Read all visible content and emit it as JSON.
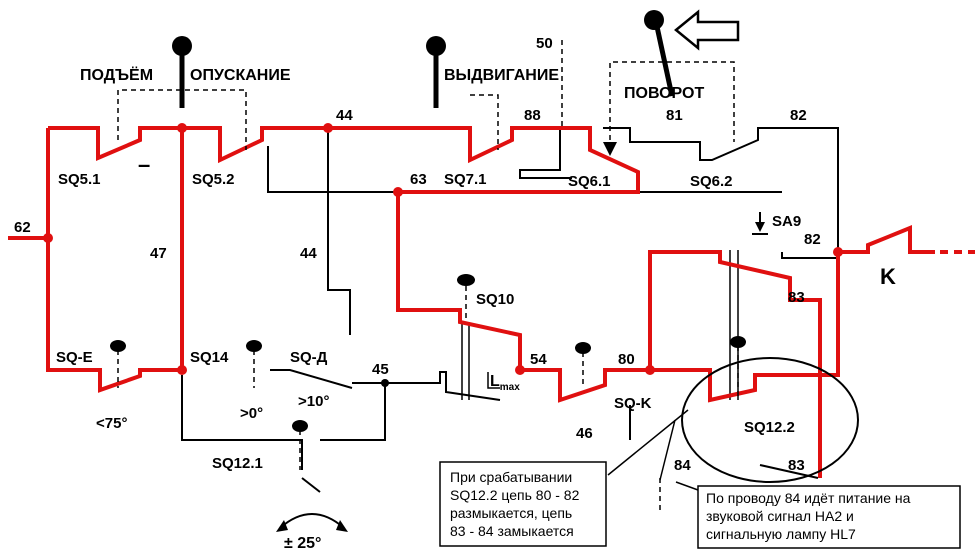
{
  "labels": {
    "podem": "ПОДЪЁМ",
    "opuskanie": "ОПУСКАНИЕ",
    "vydviganie": "ВЫДВИГАНИЕ",
    "povorot": "ПОВОРОТ",
    "sq5_1": "SQ5.1",
    "sq5_2": "SQ5.2",
    "sq7_1": "SQ7.1",
    "sq6_1": "SQ6.1",
    "sq6_2": "SQ6.2",
    "sq10": "SQ10",
    "sq_e": "SQ-E",
    "sq14": "SQ14",
    "sq_d": "SQ-Д",
    "sq_k": "SQ-K",
    "sq12_2": "SQ12.2",
    "sq12_1": "SQ12.1",
    "sa9": "SA9",
    "k": "K",
    "minus": "–",
    "lmax_l": "L",
    "lmax_sub": "max",
    "angle_75": "<75°",
    "angle_0": ">0°",
    "angle_10": ">10°",
    "angle_25": "± 25°",
    "w62": "62",
    "w47": "47",
    "w44a": "44",
    "w44b": "44",
    "w88": "88",
    "w50": "50",
    "w81": "81",
    "w82a": "82",
    "w82b": "82",
    "w63": "63",
    "w45": "45",
    "w54": "54",
    "w80": "80",
    "w83a": "83",
    "w83b": "83",
    "w46": "46",
    "w84": "84"
  },
  "notes": {
    "left": [
      "При срабатывании",
      "SQ12.2 цепь 80 - 82",
      "размыкается, цепь",
      "83 - 84 замыкается"
    ],
    "right": [
      "По проводу 84 идёт питание на",
      "звуковой сигнал HA2 и",
      "сигнальную лампу HL7"
    ]
  }
}
